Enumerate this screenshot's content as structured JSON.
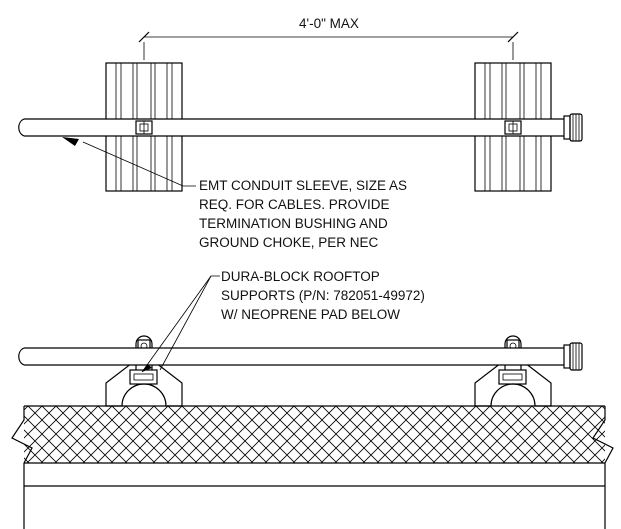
{
  "dimension": {
    "label": "4'-0\" MAX"
  },
  "callouts": {
    "conduit": {
      "lines": [
        "EMT CONDUIT SLEEVE, SIZE AS",
        "REQ. FOR CABLES. PROVIDE",
        "TERMINATION BUSHING AND",
        "GROUND CHOKE, PER NEC"
      ]
    },
    "supports": {
      "lines": [
        "DURA-BLOCK ROOFTOP",
        "SUPPORTS (P/N: 782051-49972)",
        "W/ NEOPRENE PAD BELOW"
      ]
    }
  }
}
